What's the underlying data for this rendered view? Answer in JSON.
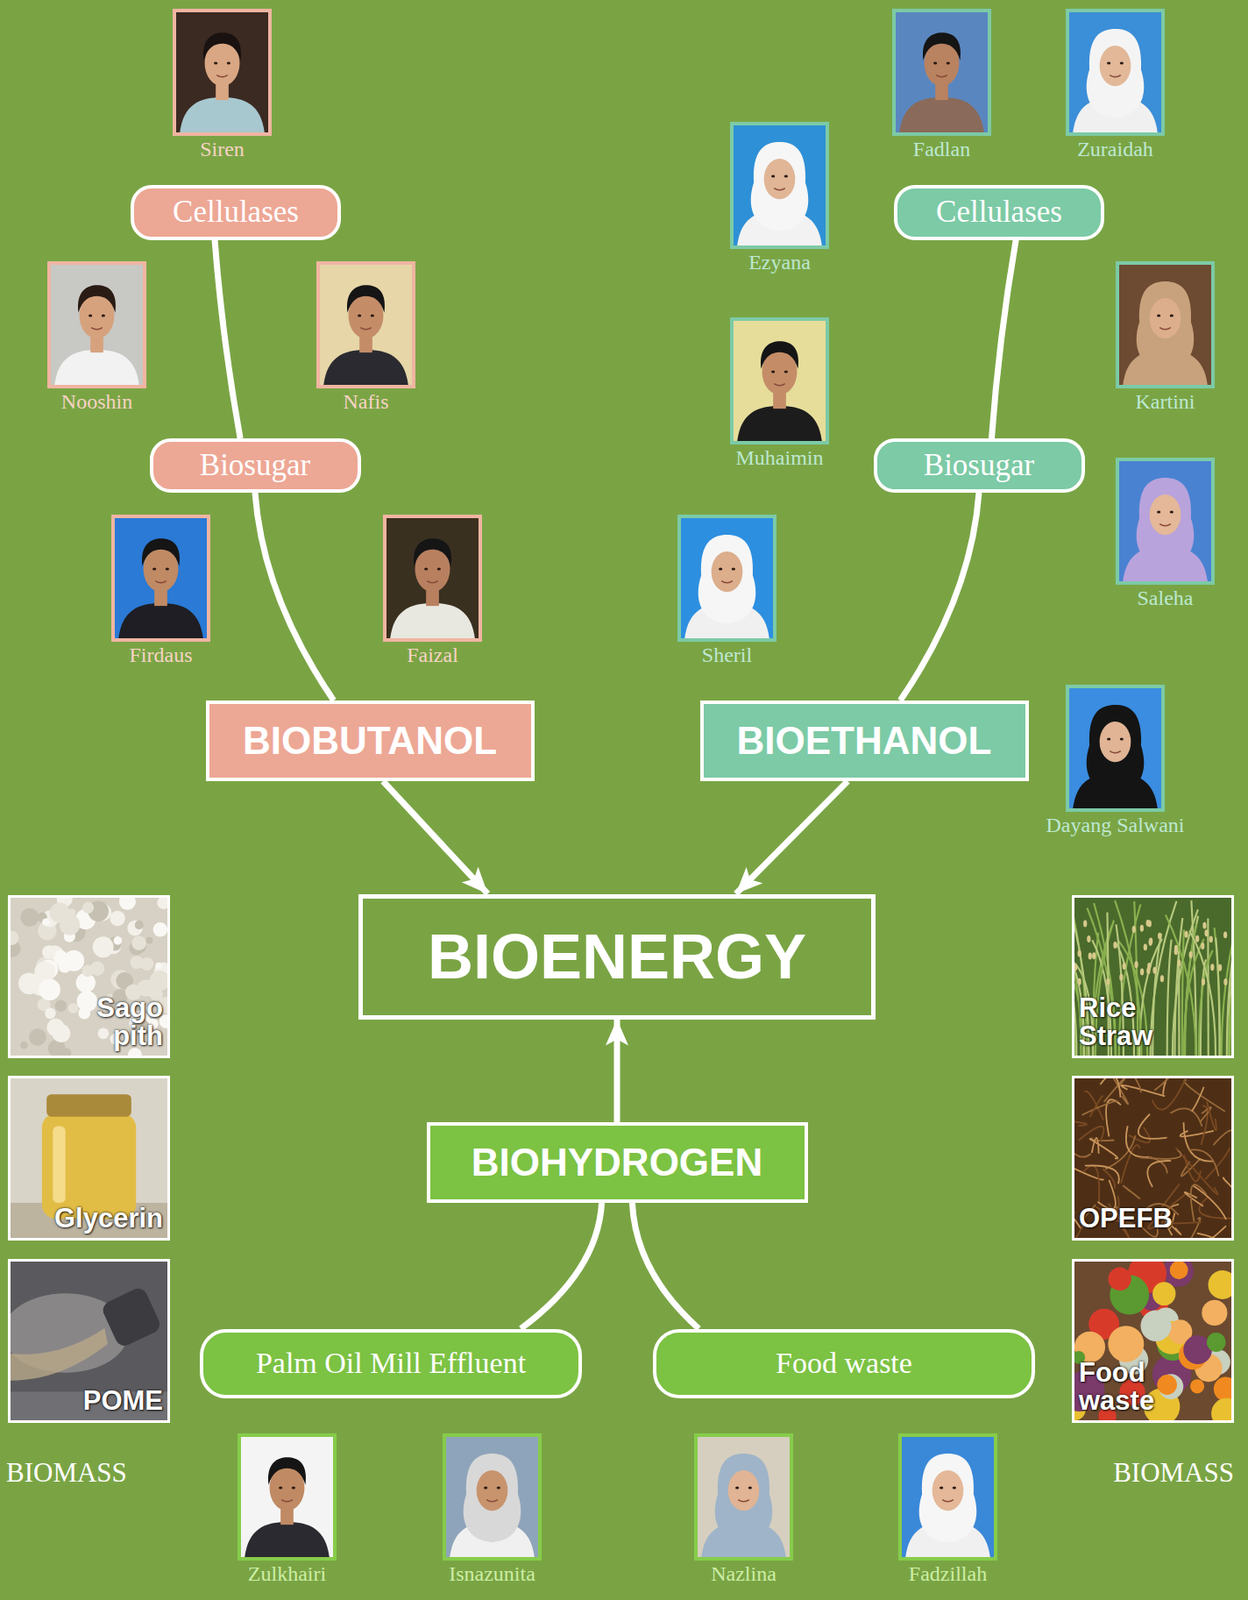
{
  "diagram": {
    "nodes": [
      {
        "text": [
          "Siren"
        ]
      },
      {
        "text": [
          "Fadlan"
        ]
      },
      {
        "text": [
          "Zuraidah"
        ]
      },
      {
        "text": [
          "Cellulases"
        ]
      },
      {
        "text": [
          "Cellulases"
        ]
      },
      {
        "text": [
          "Ezyana"
        ]
      },
      {
        "text": [
          "Nooshin"
        ]
      },
      {
        "text": [
          "Nafis"
        ]
      },
      {
        "text": [
          "Kartini"
        ]
      },
      {
        "text": [
          "Muhaimin"
        ]
      },
      {
        "text": [
          "Biosugar"
        ]
      },
      {
        "text": [
          "Biosugar"
        ]
      },
      {
        "text": [
          "Saleha"
        ]
      },
      {
        "text": [
          "Firdaus"
        ]
      },
      {
        "text": [
          "Faizal"
        ]
      },
      {
        "text": [
          "Sheril"
        ]
      },
      {
        "text": [
          "BIOBUTANOL"
        ]
      },
      {
        "text": [
          "BIOETHANOL"
        ]
      },
      {
        "text": [
          "Dayang Salwani"
        ]
      },
      {
        "text": [
          "Sago pith"
        ]
      },
      {
        "text": [
          "BIOENERGY"
        ]
      },
      {
        "text": [
          "Rice Straw"
        ]
      },
      {
        "text": [
          "Glycerin"
        ]
      },
      {
        "text": [
          "BIOHYDROGEN"
        ]
      },
      {
        "text": [
          "OPEFB"
        ]
      },
      {
        "text": [
          "POME"
        ]
      },
      {
        "text": [
          "Palm Oil Mill Effluent"
        ]
      },
      {
        "text": [
          "Food waste"
        ]
      },
      {
        "text": [
          "Food waste"
        ]
      },
      {
        "text": [
          "Zulkhairi"
        ]
      },
      {
        "text": [
          "Isnazunita"
        ]
      },
      {
        "text": [
          "Nazlina"
        ]
      },
      {
        "text": [
          "Fadzillah"
        ]
      }
    ],
    "edges": [
      {
        "from": 3,
        "to": 10,
        "arrow": "none"
      },
      {
        "from": 10,
        "to": 16,
        "arrow": "none"
      },
      {
        "from": 16,
        "to": 20,
        "arrow": "to"
      },
      {
        "from": 4,
        "to": 11,
        "arrow": "none"
      },
      {
        "from": 11,
        "to": 17,
        "arrow": "none"
      },
      {
        "from": 17,
        "to": 20,
        "arrow": "to"
      },
      {
        "from": 23,
        "to": 20,
        "arrow": "to"
      },
      {
        "from": 26,
        "to": 23,
        "arrow": "none"
      },
      {
        "from": 27,
        "to": 23,
        "arrow": "none"
      }
    ],
    "labels": [
      "BIOMASS",
      "BIOMASS"
    ]
  }
}
